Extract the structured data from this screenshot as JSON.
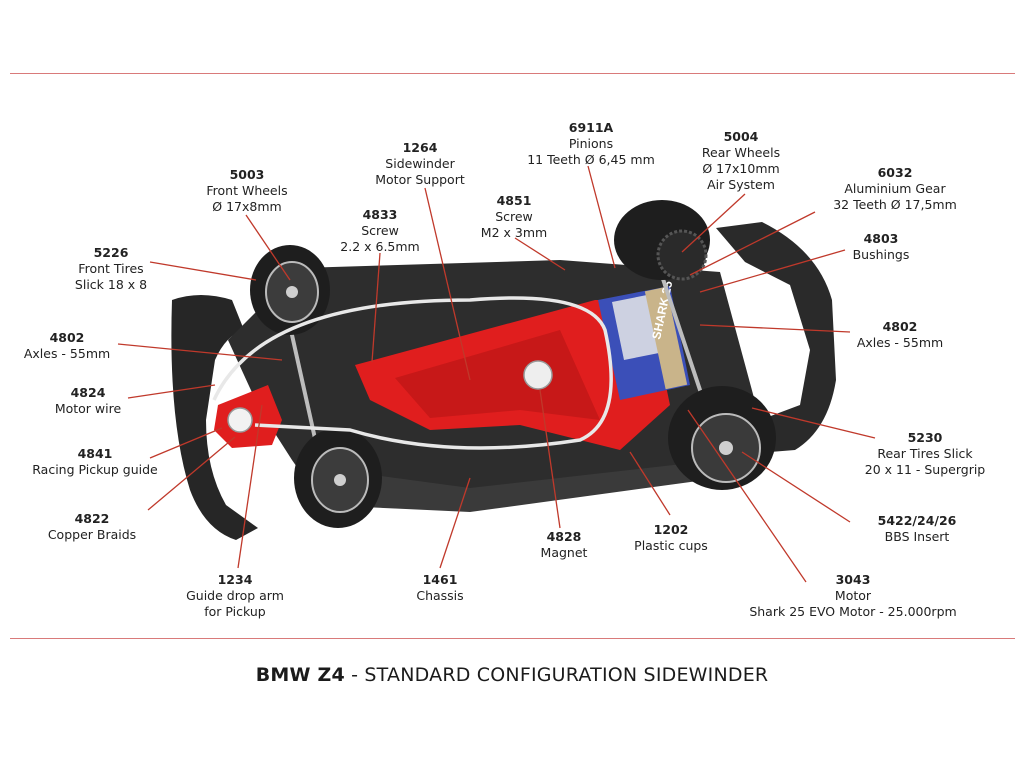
{
  "caption": {
    "model": "BMW Z4",
    "separator": " - ",
    "description": "STANDARD CONFIGURATION SIDEWINDER"
  },
  "colors": {
    "rule": "#d97a7a",
    "leader": "#c0392b",
    "chassis": "#2b2b2b",
    "motor_mount": "#e01e1e",
    "motor_can": "#3b4fb8"
  },
  "parts": [
    {
      "number": "5003",
      "lines": [
        "Front Wheels",
        "Ø 17x8mm"
      ]
    },
    {
      "number": "5226",
      "lines": [
        "Front Tires",
        "Slick 18 x 8"
      ]
    },
    {
      "number": "4802",
      "lines": [
        "Axles - 55mm"
      ]
    },
    {
      "number": "4824",
      "lines": [
        "Motor wire"
      ]
    },
    {
      "number": "4841",
      "lines": [
        "Racing Pickup guide"
      ]
    },
    {
      "number": "4822",
      "lines": [
        "Copper Braids"
      ]
    },
    {
      "number": "1234",
      "lines": [
        "Guide drop arm",
        "for Pickup"
      ]
    },
    {
      "number": "4833",
      "lines": [
        "Screw",
        "2.2 x 6.5mm"
      ]
    },
    {
      "number": "1264",
      "lines": [
        "Sidewinder",
        "Motor Support"
      ]
    },
    {
      "number": "4851",
      "lines": [
        "Screw",
        "M2 x 3mm"
      ]
    },
    {
      "number": "6911A",
      "lines": [
        "Pinions",
        "11 Teeth Ø 6,45 mm"
      ]
    },
    {
      "number": "5004",
      "lines": [
        "Rear Wheels",
        "Ø 17x10mm",
        "Air System"
      ]
    },
    {
      "number": "6032",
      "lines": [
        "Aluminium Gear",
        "32 Teeth Ø 17,5mm"
      ]
    },
    {
      "number": "4803",
      "lines": [
        "Bushings"
      ]
    },
    {
      "number": "4802",
      "lines": [
        "Axles - 55mm"
      ]
    },
    {
      "number": "5230",
      "lines": [
        "Rear Tires Slick",
        "20 x 11 - Supergrip"
      ]
    },
    {
      "number": "5422/24/26",
      "lines": [
        "BBS Insert"
      ]
    },
    {
      "number": "3043",
      "lines": [
        "Motor",
        "Shark 25 EVO Motor - 25.000rpm"
      ]
    },
    {
      "number": "1202",
      "lines": [
        "Plastic cups"
      ]
    },
    {
      "number": "4828",
      "lines": [
        "Magnet"
      ]
    },
    {
      "number": "1461",
      "lines": [
        "Chassis"
      ]
    }
  ],
  "motor_label": "SHARK 25"
}
